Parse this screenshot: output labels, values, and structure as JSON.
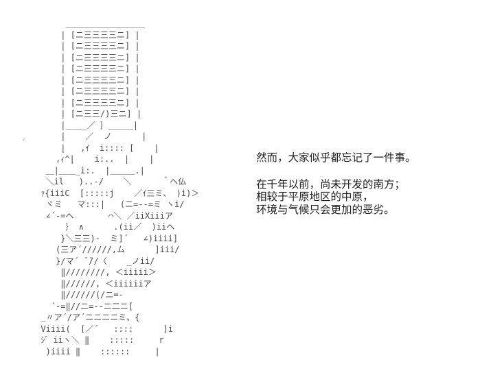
{
  "page": {
    "background": "#ffffff",
    "art_color": "#474747",
    "text_color": "#1f1f1f"
  },
  "ascii_art": {
    "description": "tower-and-figure ascii-art",
    "stray_mark": "´",
    "lines": [
      "           ________________",
      "          | [ニ三三三三ニ] |",
      "          | [ニ三三三三ニ] |",
      "          | [ニ三三三三ニ] |",
      "          | [ニ三三三三ニ] |",
      "          | [ニ三三三三ニ] |",
      "          | [ニ三三三三ニ] |",
      "          | [ニ三三三三ニ] |",
      "          | [ニ三三/)三ニ] |",
      "          |＿＿_／ ｝＿＿＿|",
      "          |    ／  ノ      |",
      "          |   ,ｲ  i:::: [    |",
      "         ,ｨ^|    i:..  |    |",
      "       ＿|＿＿_i:.  |＿＿＿.|",
      "       ＼il   )..-/    ＼      ＾ヘ仏",
      "      ｧ{iiiC  [:::::j    ／ｲ三ミ、 )i)＞",
      "       ヾミ   マ:::|   (ニ=--=ミ ヽi/",
      "       ∠´-=ヘ       ⌒＼ ／iiXiiiア",
      "           ｝ ∧      .(ii／  )iiヘ",
      "          }＼三三)-  ミ]´   ∠)iiii]",
      "         (三ア´//////,ム      ]iii/",
      "         }/マ´ ̄ ̄//〈    _ノii/",
      "          ‖////////, ＜iiiii＞",
      "          ‖//////, ＜iiiiiiア",
      "          ‖//////(/ニ=-",
      "        ´-=‖//ニ=--ニ二ニ[",
      "      _〃ア´/ア´ニニニニミ、{",
      "      Viiii(  [／´   ::::      ]i",
      "      ｼ゛iiヽ＼ ‖    :::::     r",
      "       )iiii ‖    ::::::     |"
    ]
  },
  "dialogue": {
    "paragraphs": [
      {
        "lines": [
          "然而，大家似乎都忘记了一件事。"
        ]
      },
      {
        "lines": [
          "在千年以前，尚未开发的南方；",
          "相较于平原地区的中原，",
          "环境与气候只会更加的恶劣。"
        ]
      }
    ]
  }
}
